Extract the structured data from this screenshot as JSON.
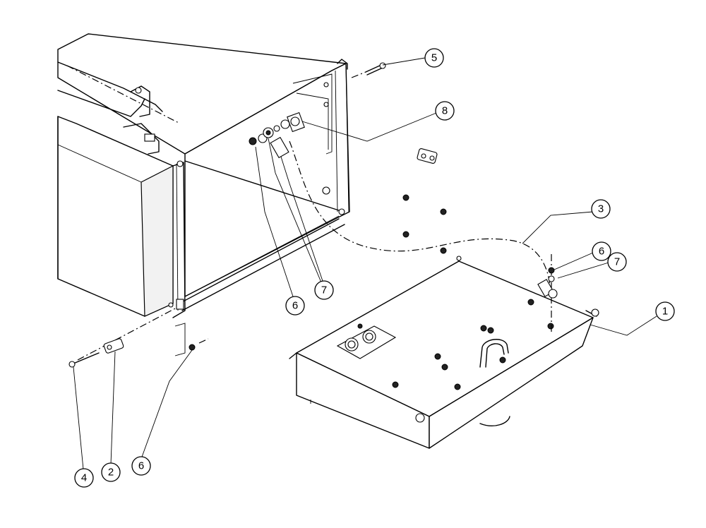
{
  "callouts": [
    {
      "id": "c1",
      "label": "1"
    },
    {
      "id": "c2",
      "label": "2"
    },
    {
      "id": "c3",
      "label": "3"
    },
    {
      "id": "c4",
      "label": "4"
    },
    {
      "id": "c5",
      "label": "5"
    },
    {
      "id": "c6a",
      "label": "6"
    },
    {
      "id": "c6b",
      "label": "6"
    },
    {
      "id": "c6c",
      "label": "6"
    },
    {
      "id": "c7a",
      "label": "7"
    },
    {
      "id": "c7b",
      "label": "7"
    },
    {
      "id": "c8",
      "label": "8"
    }
  ]
}
